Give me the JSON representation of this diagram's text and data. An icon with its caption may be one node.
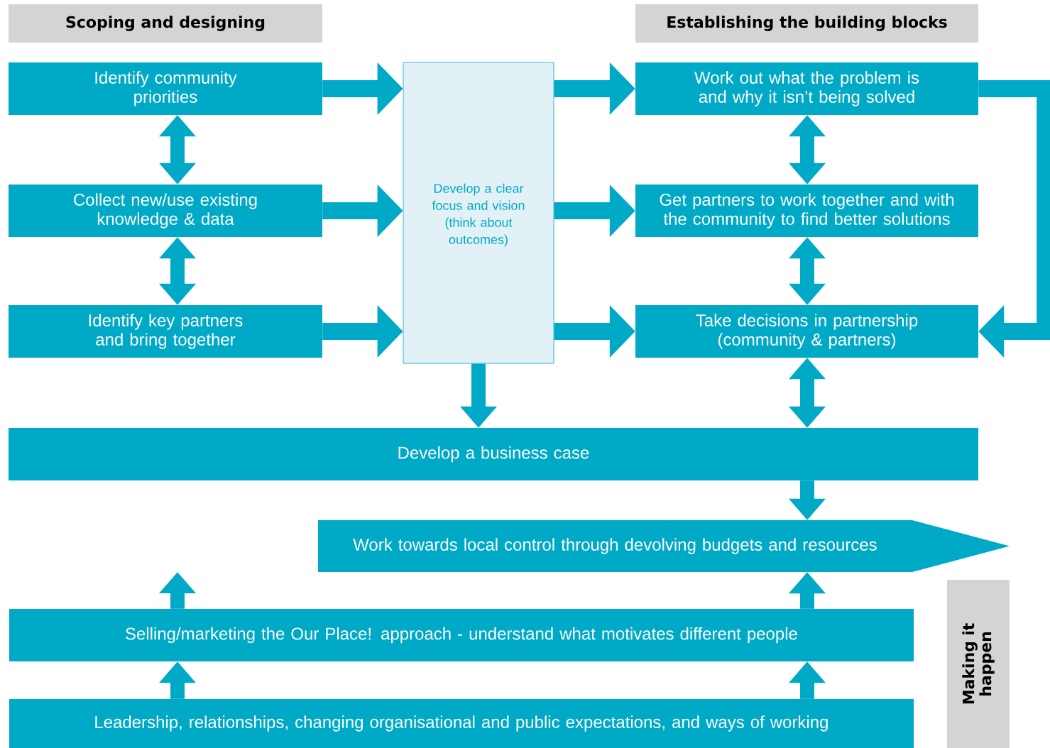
{
  "diagram": {
    "nodes": [
      {
        "text": [
          "Scoping and designing"
        ]
      },
      {
        "text": [
          "Establishing the building blocks"
        ]
      },
      {
        "text": [
          "Identify community priorities"
        ]
      },
      {
        "text": [
          "Develop a clear focus and vision (think about outcomes)"
        ]
      },
      {
        "text": [
          "Work out what the problem is and why it isn’t being solved"
        ]
      },
      {
        "text": [
          "Collect new/use existing knowledge & data"
        ]
      },
      {
        "text": [
          "Get partners to work together and with the community to find better solutions"
        ]
      },
      {
        "text": [
          "Identify key partners and bring together"
        ]
      },
      {
        "text": [
          "Take decisions in partnership (community & partners)"
        ]
      },
      {
        "text": [
          "Develop a business case"
        ]
      },
      {
        "text": [
          "Work towards local control through devolving budgets and resources"
        ]
      },
      {
        "text": [
          "Selling/marketing the Our Place! approach - understand what motivates different people"
        ]
      },
      {
        "text": [
          "Leadership, relationships, changing organisational and public expectations, and ways of working"
        ]
      },
      {
        "text": [
          "Making it happen"
        ]
      }
    ],
    "edges": [
      {
        "from": 2,
        "to": 3,
        "arrow": "to"
      },
      {
        "from": 5,
        "to": 3,
        "arrow": "to"
      },
      {
        "from": 7,
        "to": 3,
        "arrow": "to"
      },
      {
        "from": 3,
        "to": 4,
        "arrow": "to"
      },
      {
        "from": 3,
        "to": 6,
        "arrow": "to"
      },
      {
        "from": 3,
        "to": 8,
        "arrow": "to"
      },
      {
        "from": 2,
        "to": 5,
        "arrow": "both"
      },
      {
        "from": 5,
        "to": 7,
        "arrow": "both"
      },
      {
        "from": 4,
        "to": 6,
        "arrow": "both"
      },
      {
        "from": 6,
        "to": 8,
        "arrow": "both"
      },
      {
        "from": 4,
        "to": 8,
        "arrow": "to"
      },
      {
        "from": 3,
        "to": 9,
        "arrow": "to"
      },
      {
        "from": 8,
        "to": 9,
        "arrow": "both"
      },
      {
        "from": 9,
        "to": 10,
        "arrow": "to"
      },
      {
        "from": 11,
        "to": null,
        "arrow": "to"
      },
      {
        "from": 11,
        "to": 10,
        "arrow": "to"
      },
      {
        "from": 12,
        "to": 11,
        "arrow": "to"
      },
      {
        "from": 12,
        "to": 11,
        "arrow": "to"
      }
    ]
  }
}
